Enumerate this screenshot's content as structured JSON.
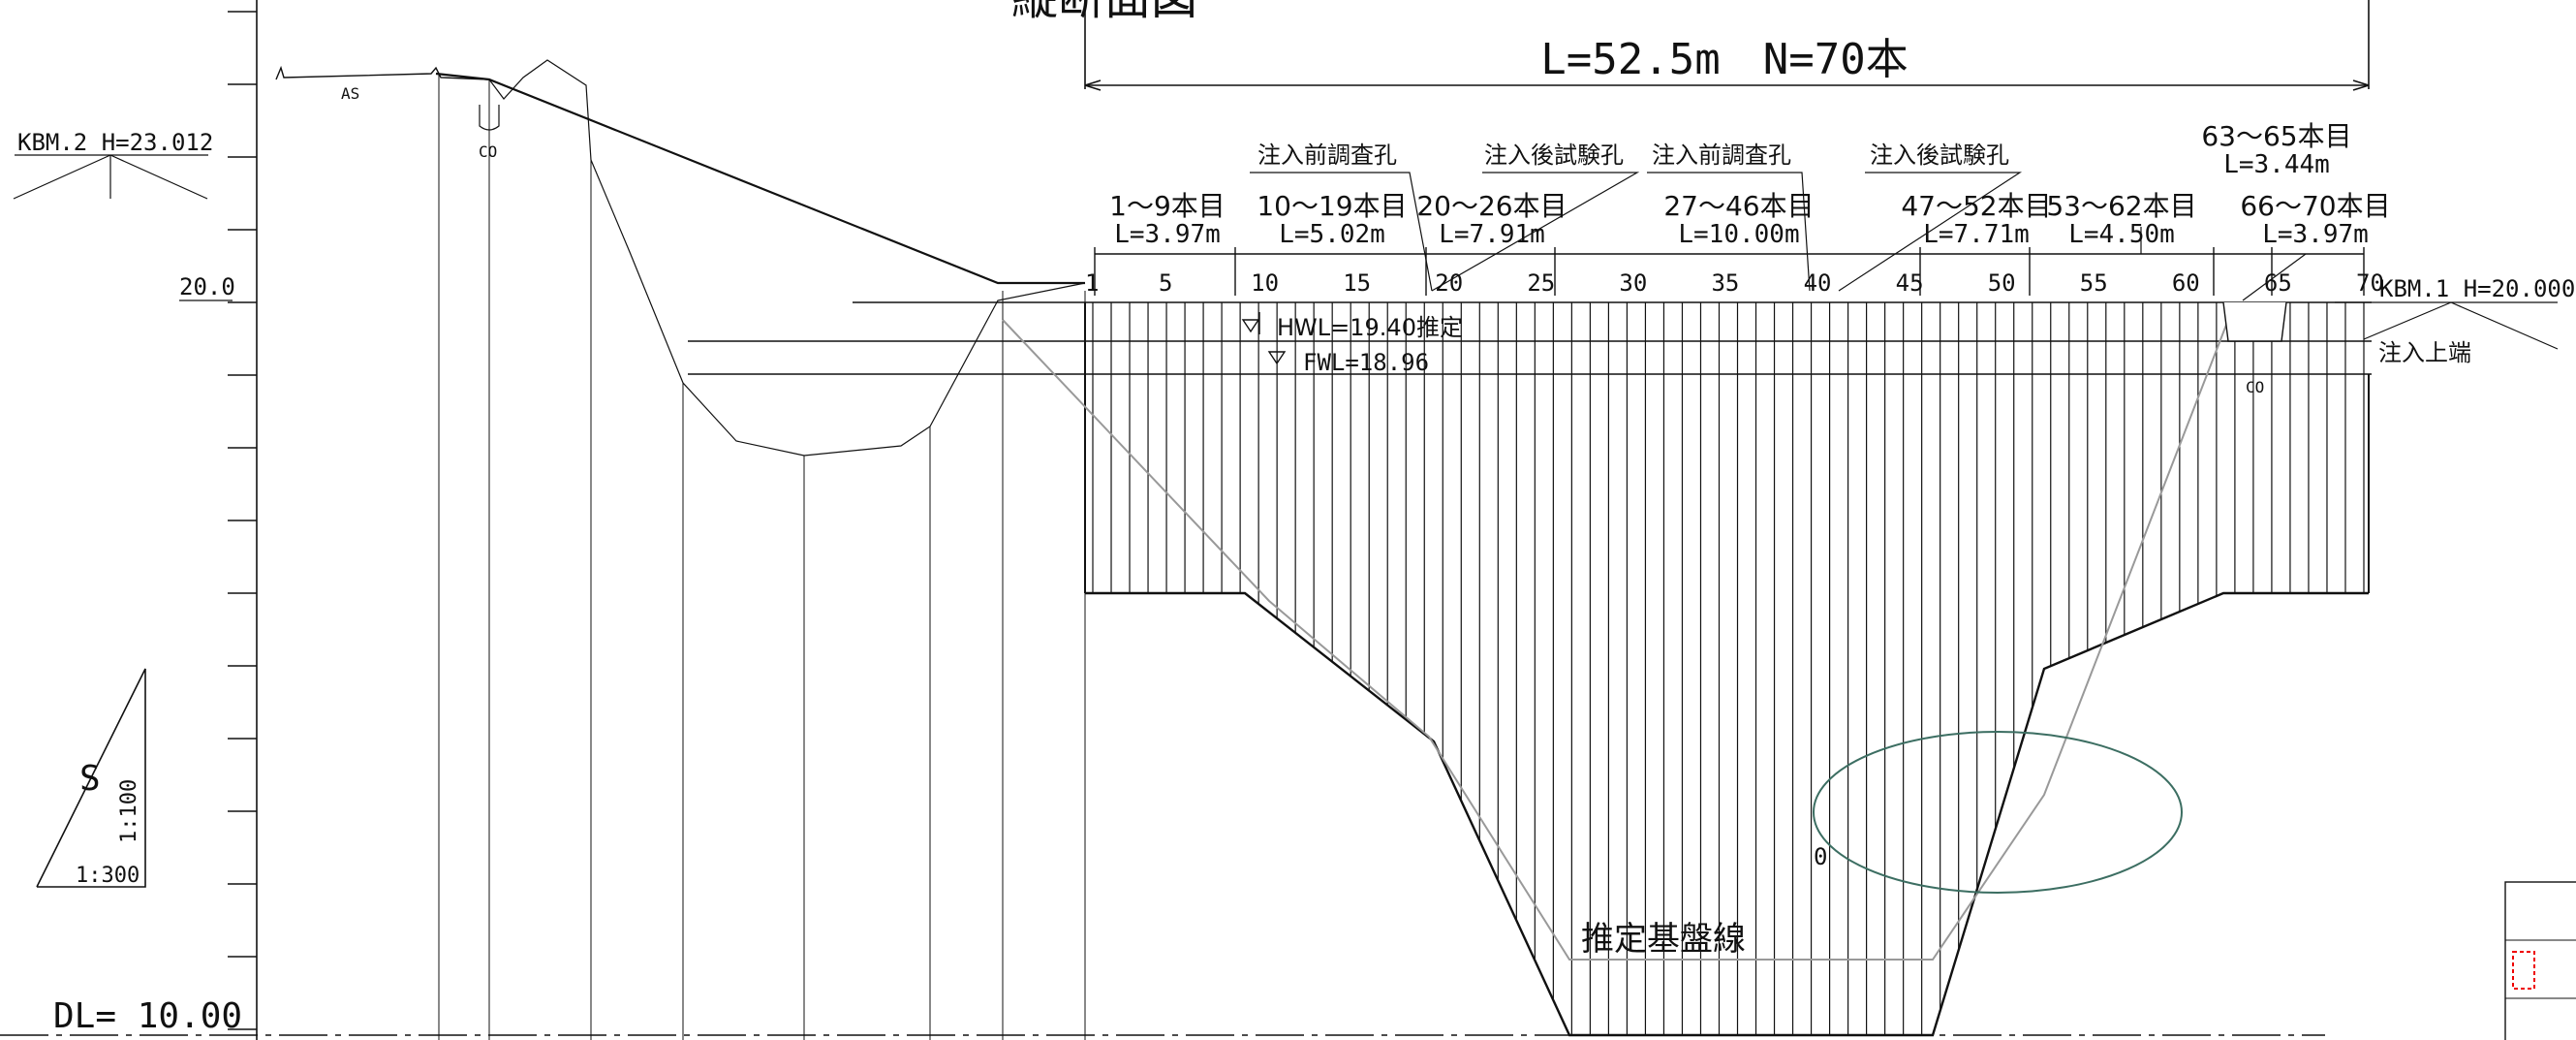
{
  "title_partial": "縦断面図",
  "summary": "L=52.5m　N=70本",
  "benchmarks": {
    "left": "KBM.2 H=23.012",
    "right": "KBM.1 H=20.000"
  },
  "elevation_label": "20.0",
  "datum_label": "DL= 10.00",
  "water_levels": {
    "hwl": "HWL=19.40推定",
    "fwl": "FWL=18.96"
  },
  "injection_top_label": "注入上端",
  "bedrock_label": "推定基盤線",
  "hole_labels": [
    "注入前調査孔",
    "注入後試験孔",
    "注入前調査孔",
    "注入後試験孔"
  ],
  "groups": [
    {
      "count": "1〜9本目",
      "length": "L=3.97m"
    },
    {
      "count": "10〜19本目",
      "length": "L=5.02m"
    },
    {
      "count": "20〜26本目",
      "length": "L=7.91m"
    },
    {
      "count": "27〜46本目",
      "length": "L=10.00m"
    },
    {
      "count": "47〜52本目",
      "length": "L=7.71m"
    },
    {
      "count": "53〜62本目",
      "length": "L=4.50m"
    },
    {
      "count": "63〜65本目",
      "length": "L=3.44m"
    },
    {
      "count": "66〜70本目",
      "length": "L=3.97m"
    }
  ],
  "pile_numbers": [
    "1",
    "5",
    "10",
    "15",
    "20",
    "25",
    "30",
    "35",
    "40",
    "45",
    "50",
    "55",
    "60",
    "65",
    "70"
  ],
  "small_labels": {
    "as": "AS",
    "co_left": "CO",
    "co_right": "CO",
    "zero": "0"
  },
  "scale": {
    "s": "S",
    "vertical": "1:100",
    "horizontal": "1:300"
  }
}
